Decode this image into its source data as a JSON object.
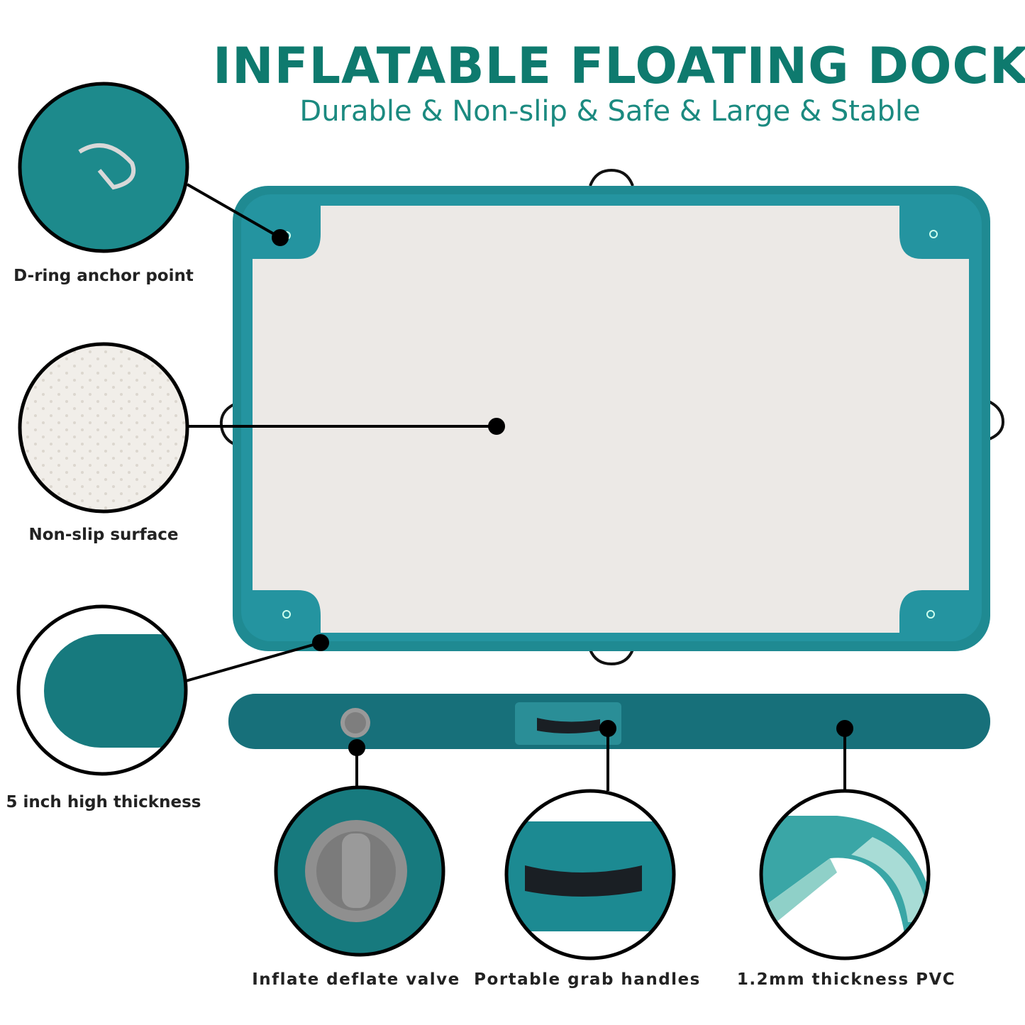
{
  "header": {
    "title": "INFLATABLE FLOATING DOCK",
    "subtitle": "Durable & Non-slip & Safe & Large & Stable"
  },
  "features": [
    {
      "label": "D-ring anchor point",
      "icon": "d-ring-icon"
    },
    {
      "label": "Non-slip surface",
      "icon": "texture-icon"
    },
    {
      "label": "5 inch high thickness",
      "icon": "thickness-icon"
    },
    {
      "label": "Inflate deflate valve",
      "icon": "valve-icon"
    },
    {
      "label": "Portable grab handles",
      "icon": "handle-icon"
    },
    {
      "label": "1.2mm thickness PVC",
      "icon": "pvc-icon"
    }
  ],
  "colors": {
    "title": "#0e7a6e",
    "dock_teal": "#1f8a92",
    "dock_dark": "#17707a",
    "deck": "#ece9e6"
  }
}
